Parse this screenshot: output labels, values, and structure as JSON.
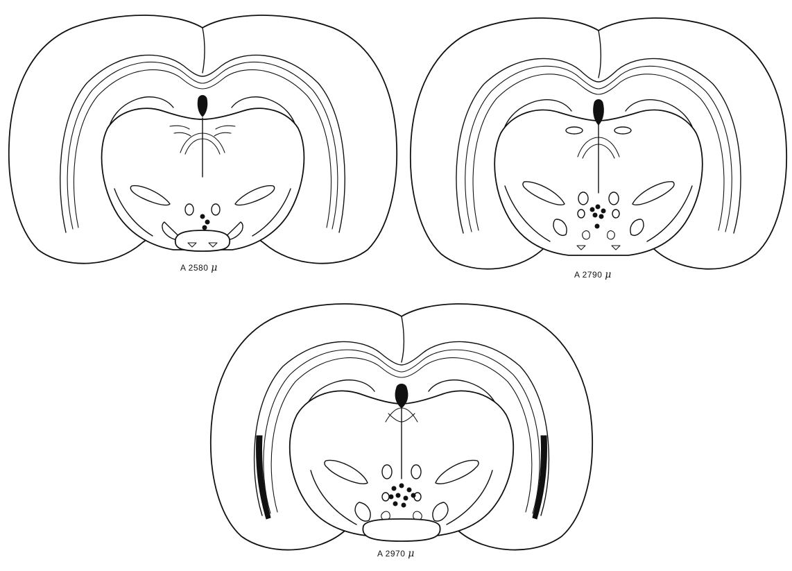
{
  "sections": [
    {
      "id": "a2580",
      "caption_prefix": "A 2580",
      "unit": "μ",
      "lesion_count": 3
    },
    {
      "id": "a2790",
      "caption_prefix": "A 2790",
      "unit": "μ",
      "lesion_count": 6
    },
    {
      "id": "a2970",
      "caption_prefix": "A 2970",
      "unit": "μ",
      "lesion_count": 9
    }
  ],
  "colors": {
    "ink": "#111111",
    "paper": "#ffffff"
  }
}
